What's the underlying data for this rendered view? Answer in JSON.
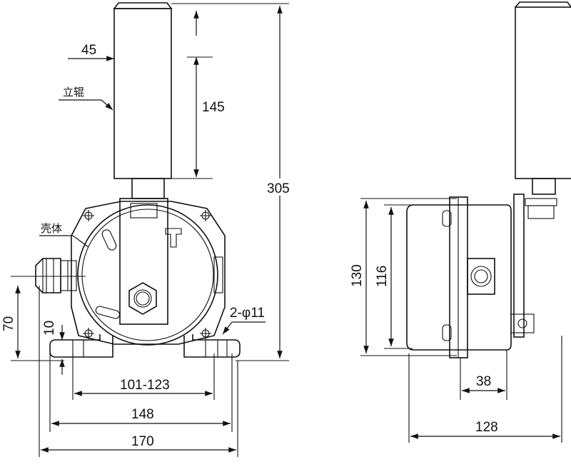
{
  "title": "Two-direction deviation switch dimension drawing",
  "front_view": {
    "labels": {
      "roller": "立辊",
      "housing": "壳体",
      "mount_holes": "2-φ11"
    },
    "dimensions": {
      "roller_diameter": "45",
      "roller_length": "145",
      "overall_height": "305",
      "base_height": "70",
      "foot_thickness": "10",
      "hole_spacing": "101-123",
      "base_width_inner": "148",
      "base_width_overall": "170"
    }
  },
  "side_view": {
    "dimensions": {
      "body_height": "130",
      "mount_height": "116",
      "flange_width": "38",
      "overall_depth": "128"
    }
  }
}
